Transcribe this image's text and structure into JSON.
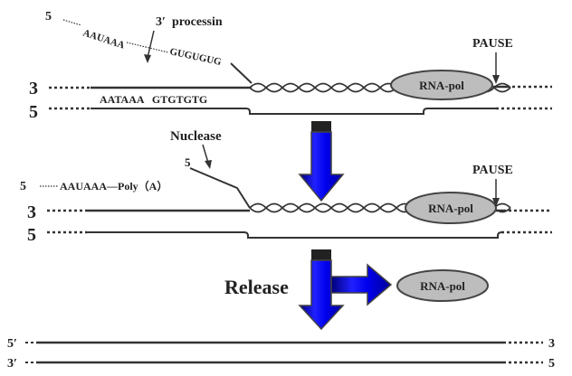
{
  "stage1": {
    "strand3_label": "3",
    "strand5_label": "5",
    "rna_prefix": "5",
    "rna_seq_1": "AAUAAA",
    "rna_seq_2": "GUGUGUG",
    "site_label": "3′  processin",
    "dna_seq": "AATAAA   GTGTGTG",
    "pause_label": "PAUSE",
    "polymerase": "RNA-pol"
  },
  "stage2": {
    "strand3_label": "3",
    "strand5_label": "5",
    "nuclease_label": "Nuclease",
    "cut_label": "5",
    "rna_prefix": "5",
    "rna_seq": "AAUAAA—Poly（A）",
    "pause_label": "PAUSE",
    "polymerase": "RNA-pol"
  },
  "stage3": {
    "release_label": "Release",
    "polymerase": "RNA-pol",
    "top_left": "5′",
    "top_right": "3",
    "bottom_left": "3′",
    "bottom_right": "5"
  },
  "colors": {
    "arrow_fill": "#0000ee",
    "arrow_stroke": "#444444",
    "polymerase_fill": "#bdbdbd",
    "line": "#333333"
  }
}
